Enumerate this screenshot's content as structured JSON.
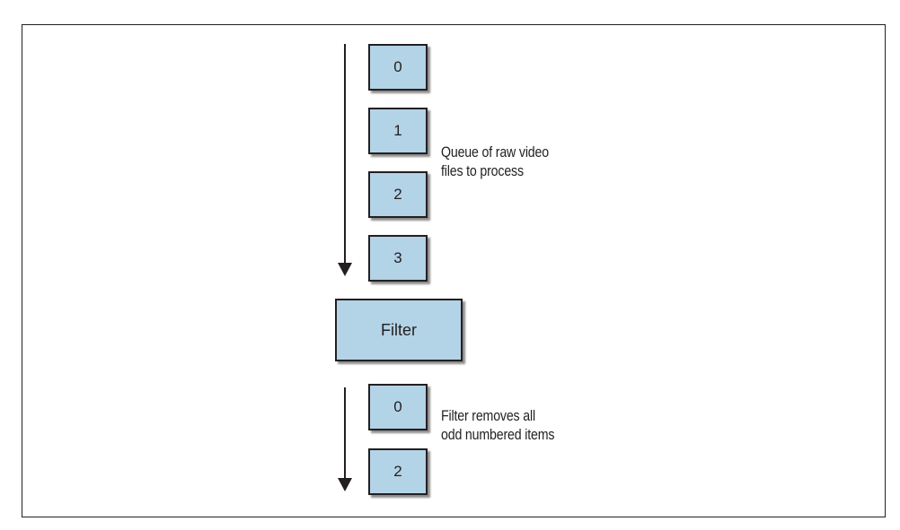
{
  "queue": {
    "items": [
      "0",
      "1",
      "2",
      "3"
    ],
    "note_line1": "Queue of raw video",
    "note_line2": "files to process"
  },
  "filter": {
    "label": "Filter"
  },
  "output": {
    "items": [
      "0",
      "2"
    ],
    "note_line1": "Filter removes all",
    "note_line2": "odd numbered items"
  },
  "colors": {
    "box_fill": "#b3d3e6",
    "stroke": "#231f20"
  }
}
